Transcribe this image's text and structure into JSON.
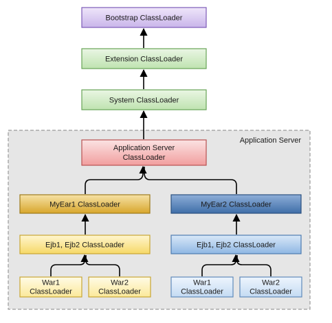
{
  "colors": {
    "purple": {
      "fill_top": "#efe6fa",
      "fill_bottom": "#c9b5ea",
      "stroke": "#7d5ab7"
    },
    "green": {
      "fill_top": "#eaf6e4",
      "fill_bottom": "#bfe3b0",
      "stroke": "#67a356"
    },
    "red": {
      "fill_top": "#fbe3e3",
      "fill_bottom": "#f19e9e",
      "stroke": "#b85050"
    },
    "gold": {
      "fill_top": "#f6e2a6",
      "fill_bottom": "#d8a62c",
      "stroke": "#9c7a1c"
    },
    "yellow": {
      "fill_top": "#fff6cf",
      "fill_bottom": "#f6d867",
      "stroke": "#c7a533"
    },
    "navy": {
      "fill_top": "#8eaed8",
      "fill_bottom": "#3f6ea8",
      "stroke": "#2b507f"
    },
    "blue": {
      "fill_top": "#d9e8f8",
      "fill_bottom": "#8fb7e3",
      "stroke": "#4d7bb0"
    },
    "lightblue": {
      "fill_top": "#eef5fd",
      "fill_bottom": "#c4dbf3",
      "stroke": "#5f8abb"
    },
    "lightyellow": {
      "fill_top": "#fffbe6",
      "fill_bottom": "#fbe99a",
      "stroke": "#c7a533"
    },
    "container_fill": "#e6e6e6",
    "container_stroke": "#9a9a9a",
    "arrow": "#000000"
  },
  "container": {
    "label": "Application Server"
  },
  "nodes": {
    "bootstrap": {
      "label_lines": [
        "Bootstrap ClassLoader"
      ]
    },
    "extension": {
      "label_lines": [
        "Extension ClassLoader"
      ]
    },
    "system": {
      "label_lines": [
        "System ClassLoader"
      ]
    },
    "appserver": {
      "label_lines": [
        "Application Server",
        "ClassLoader"
      ]
    },
    "myear1": {
      "label_lines": [
        "MyEar1 ClassLoader"
      ]
    },
    "myear2": {
      "label_lines": [
        "MyEar2 ClassLoader"
      ]
    },
    "ejb_left": {
      "label_lines": [
        "Ejb1, Ejb2 ClassLoader"
      ]
    },
    "ejb_right": {
      "label_lines": [
        "Ejb1, Ejb2 ClassLoader"
      ]
    },
    "war1_left": {
      "label_lines": [
        "War1",
        "ClassLoader"
      ]
    },
    "war2_left": {
      "label_lines": [
        "War2",
        "ClassLoader"
      ]
    },
    "war1_right": {
      "label_lines": [
        "War1",
        "ClassLoader"
      ]
    },
    "war2_right": {
      "label_lines": [
        "War2",
        "ClassLoader"
      ]
    }
  }
}
